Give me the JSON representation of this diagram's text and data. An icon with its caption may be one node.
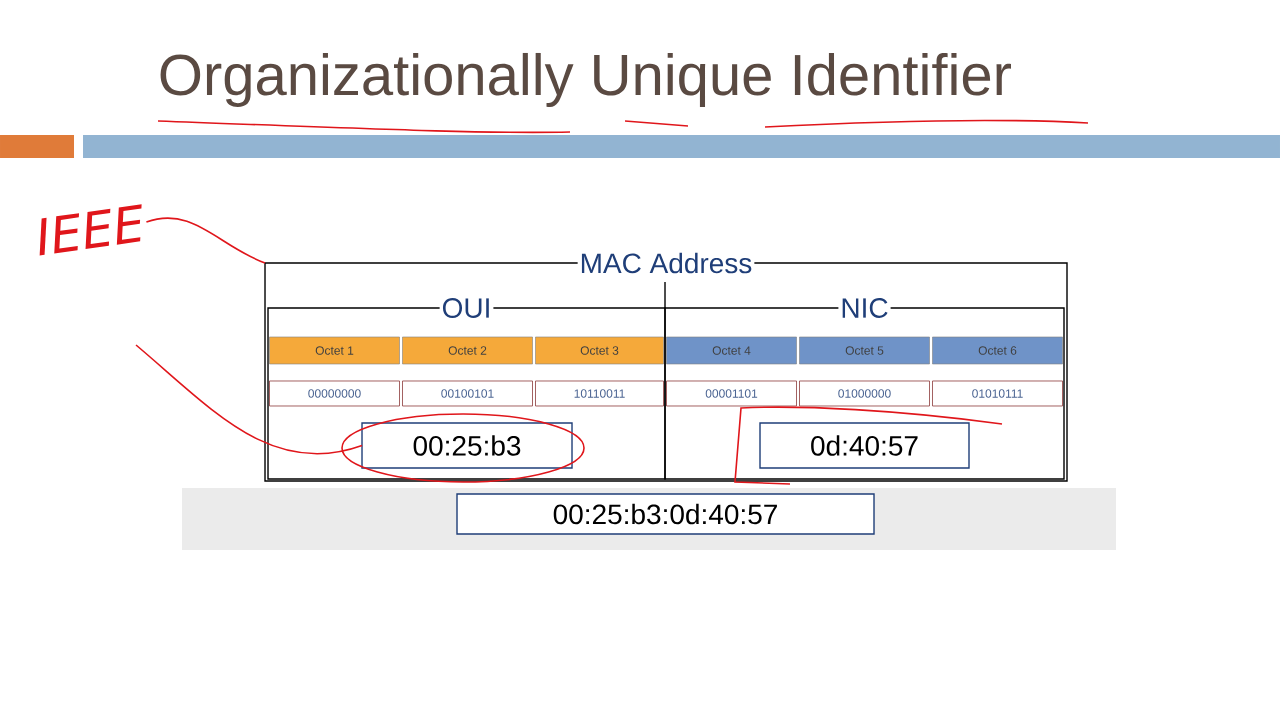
{
  "diagram": {
    "title": "Organizationally Unique Identifier",
    "nodes": [
      {
        "text": [
          "IEEE"
        ]
      },
      {
        "text": [
          "MAC Address"
        ]
      },
      {
        "text": [
          "OUI"
        ],
        "in": 1
      },
      {
        "text": [
          "NIC"
        ],
        "in": 1
      },
      {
        "text": [
          "Octet 1"
        ],
        "in": 2
      },
      {
        "text": [
          "Octet 2"
        ],
        "in": 2
      },
      {
        "text": [
          "Octet 3"
        ],
        "in": 2
      },
      {
        "text": [
          "Octet 4"
        ],
        "in": 3
      },
      {
        "text": [
          "Octet 5"
        ],
        "in": 3
      },
      {
        "text": [
          "Octet 6"
        ],
        "in": 3
      },
      {
        "text": [
          "00000000"
        ],
        "in": 2
      },
      {
        "text": [
          "00100101"
        ],
        "in": 2
      },
      {
        "text": [
          "10110011"
        ],
        "in": 2
      },
      {
        "text": [
          "00001101"
        ],
        "in": 3
      },
      {
        "text": [
          "01000000"
        ],
        "in": 3
      },
      {
        "text": [
          "01010111"
        ],
        "in": 3
      },
      {
        "text": [
          "00:25:b3"
        ],
        "in": 2
      },
      {
        "text": [
          "0d:40:57"
        ],
        "in": 3
      },
      {
        "text": [
          "00:25:b3:0d:40:57"
        ]
      }
    ],
    "edges": [
      {
        "from": 0,
        "to": 1,
        "arrow": "none"
      },
      {
        "from": null,
        "to": 16,
        "arrow": "none"
      }
    ]
  }
}
